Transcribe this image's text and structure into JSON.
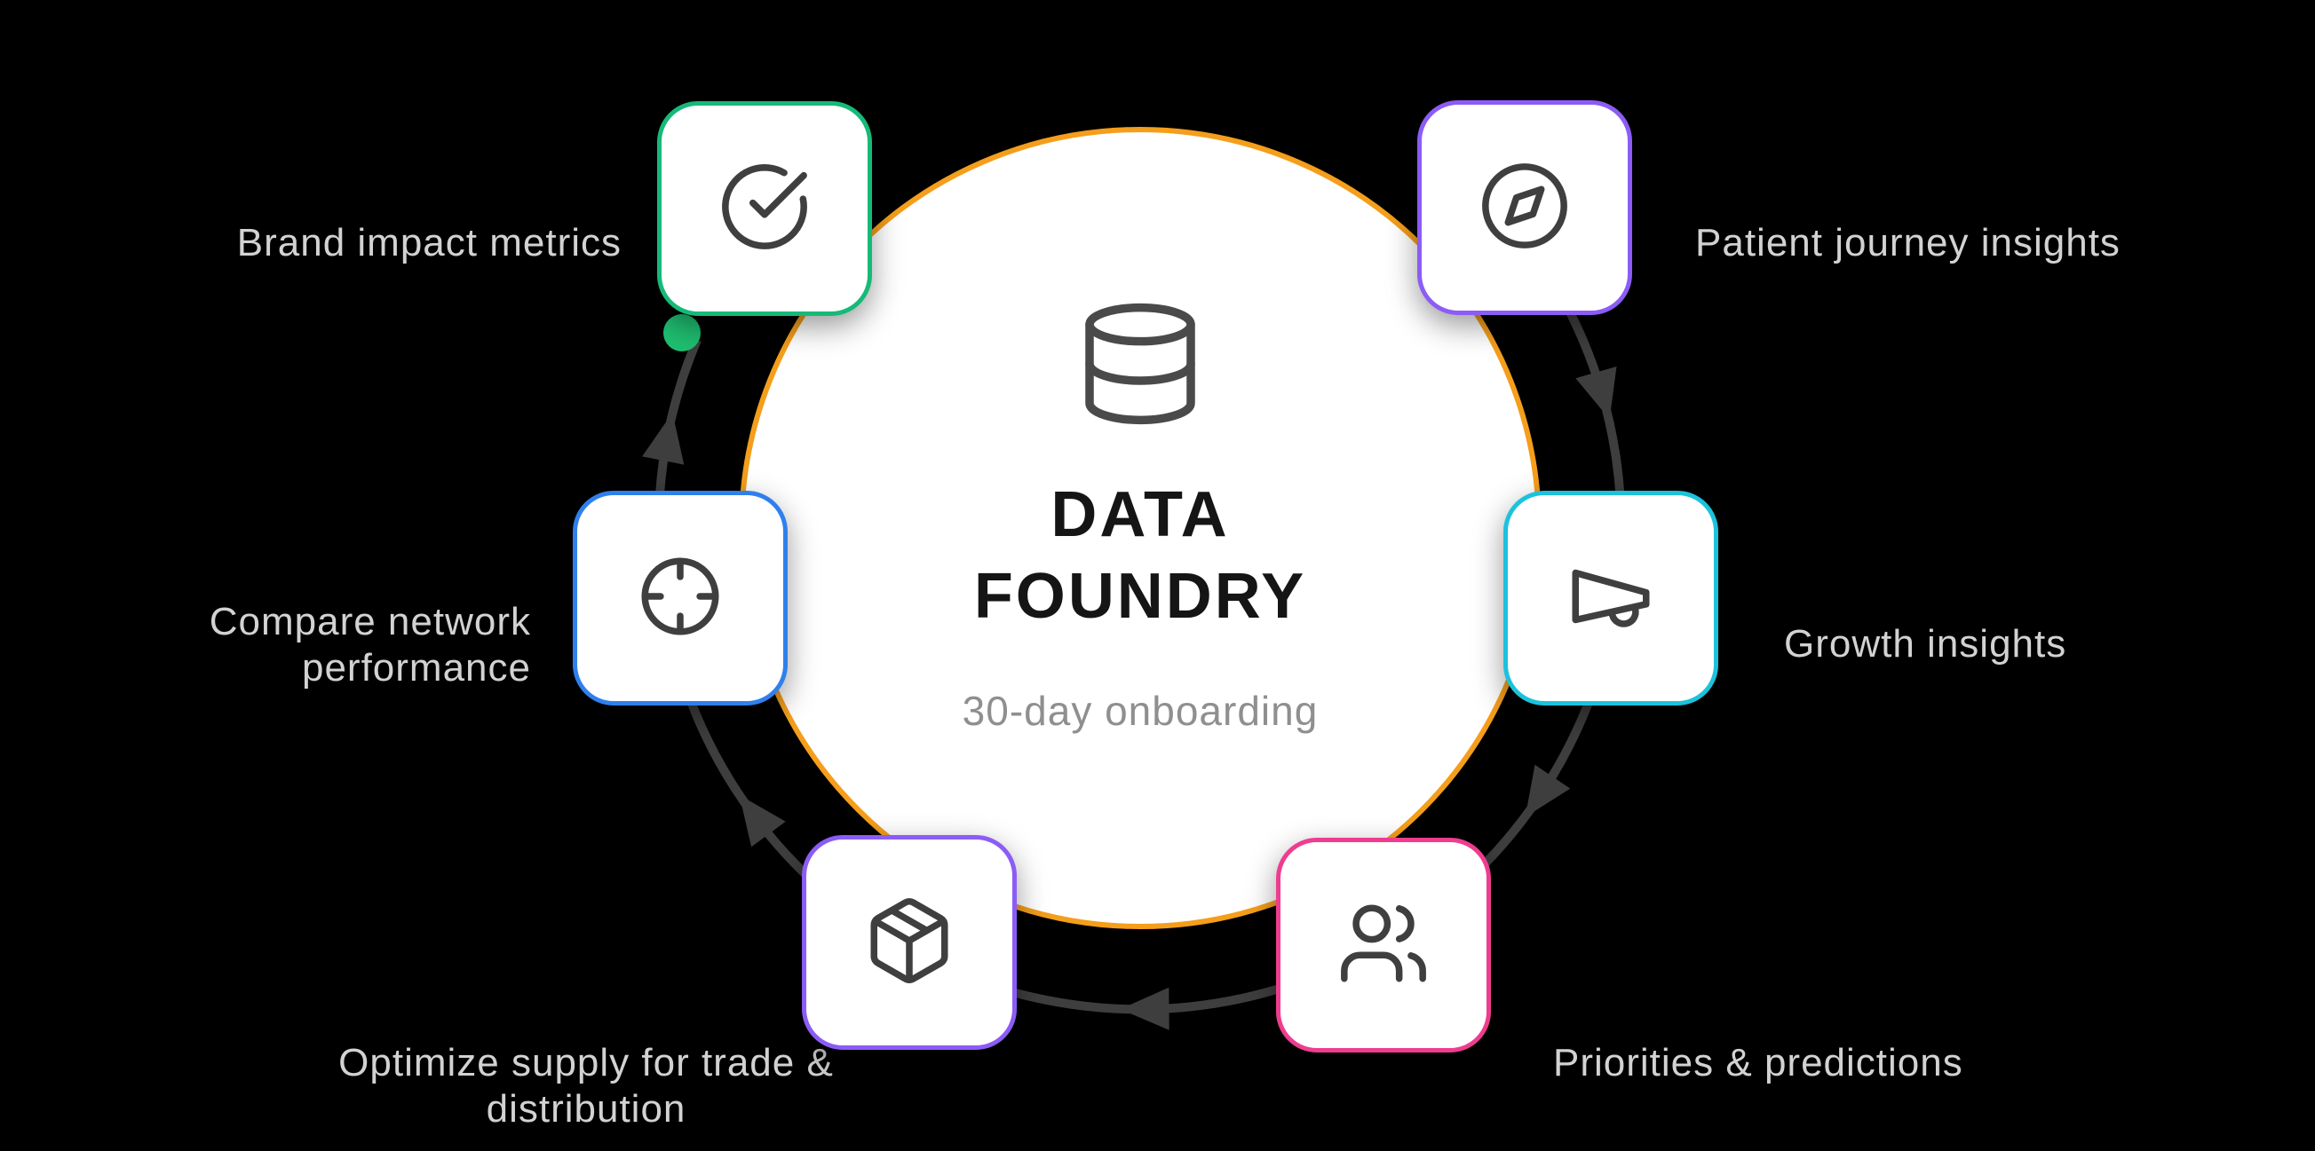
{
  "canvas": {
    "background": "#000000",
    "ring_color": "#3E3E3E",
    "arrow_color": "#3E3E3E",
    "start_dot_color": "#1FBE71"
  },
  "center": {
    "title_line1": "DATA",
    "title_line2": "FOUNDRY",
    "subtitle": "30-day onboarding",
    "icon": "database-icon",
    "border_color": "#F49E1B",
    "fill_color": "#FFFFFF"
  },
  "flow": {
    "direction": "clockwise",
    "arrow_count": 5
  },
  "nodes": [
    {
      "id": "patient-journey-insights",
      "label": "Patient journey insights",
      "icon": "compass-icon",
      "accent": "#8B5CF6",
      "position": "top-right"
    },
    {
      "id": "growth-insights",
      "label": "Growth insights",
      "icon": "megaphone-icon",
      "accent": "#1CC2DC",
      "position": "right"
    },
    {
      "id": "priorities-predictions",
      "label": "Priorities & predictions",
      "icon": "users-icon",
      "accent": "#EE3D8F",
      "position": "bottom-right"
    },
    {
      "id": "optimize-supply",
      "label": "Optimize supply for trade & distribution",
      "icon": "package-icon",
      "accent": "#8B5CF6",
      "position": "bottom-left"
    },
    {
      "id": "compare-network-performance",
      "label": "Compare network performance",
      "icon": "target-icon",
      "accent": "#2F80ED",
      "position": "left"
    },
    {
      "id": "brand-impact-metrics",
      "label": "Brand impact metrics",
      "icon": "check-circle-icon",
      "accent": "#17B978",
      "position": "top-left"
    }
  ]
}
